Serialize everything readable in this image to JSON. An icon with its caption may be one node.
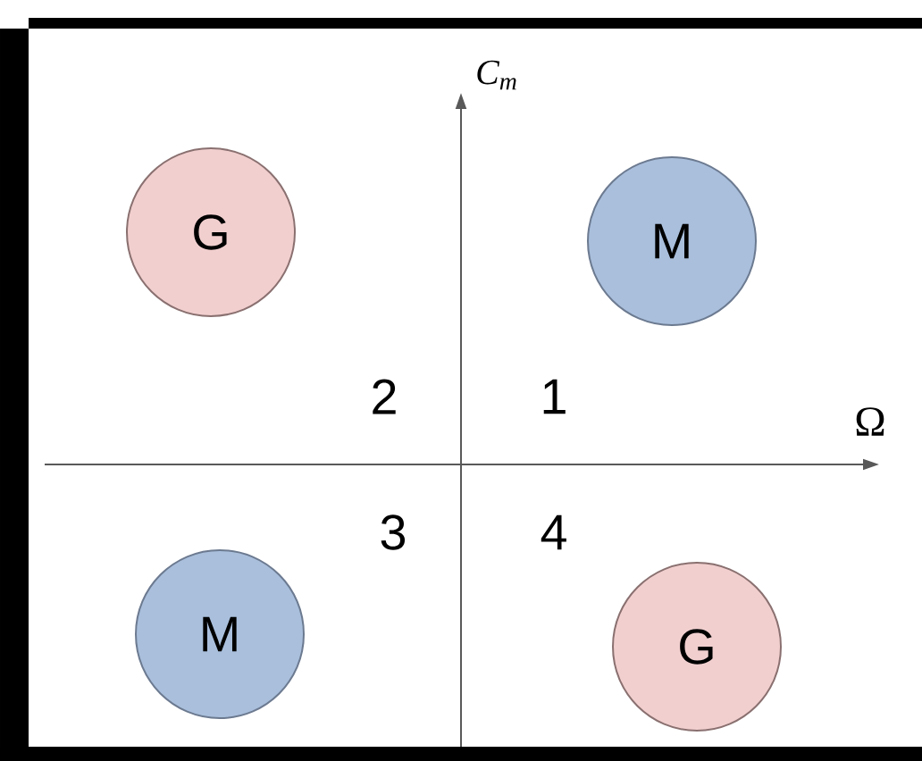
{
  "diagram": {
    "nodes": [
      {
        "text": [
          "G"
        ]
      },
      {
        "text": [
          "M"
        ]
      },
      {
        "text": [
          "M"
        ]
      },
      {
        "text": [
          "G"
        ]
      }
    ],
    "labels": [
      "C$_{m}$",
      "Ω",
      "2",
      "1",
      "3",
      "4"
    ]
  }
}
